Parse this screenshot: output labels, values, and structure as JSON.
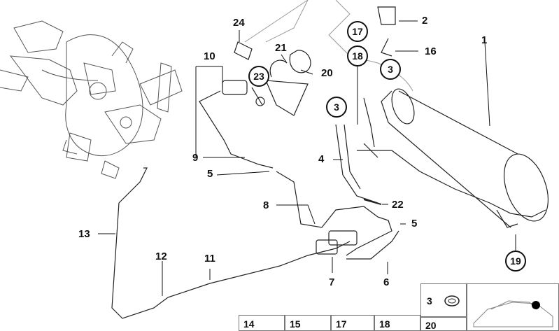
{
  "callouts": {
    "c1": "1",
    "c2": "2",
    "c3a": "3",
    "c3b": "3",
    "c4": "4",
    "c5a": "5",
    "c5b": "5",
    "c6": "6",
    "c7": "7",
    "c8": "8",
    "c9": "9",
    "c10": "10",
    "c11": "11",
    "c12": "12",
    "c13": "13",
    "c16": "16",
    "c17": "17",
    "c18": "18",
    "c19": "19",
    "c20": "20",
    "c21": "21",
    "c22": "22",
    "c23": "23",
    "c24": "24"
  },
  "legend": {
    "n3": "3",
    "n14": "14",
    "n15": "15",
    "n17": "17",
    "n18": "18",
    "n20": "20"
  }
}
